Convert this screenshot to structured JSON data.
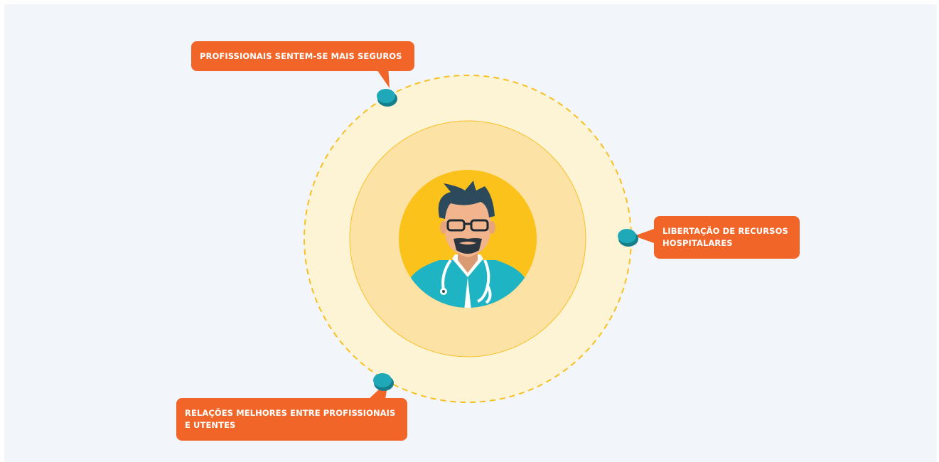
{
  "diagram": {
    "center": {
      "icon": "doctor-avatar-icon"
    },
    "benefits": [
      {
        "label": "PROFISSIONAIS SENTEM-SE MAIS SEGUROS"
      },
      {
        "label": "LIBERTAÇÃO DE RECURSOS HOSPITALARES"
      },
      {
        "label": "RELAÇÕES MELHORES ENTRE PROFISSIONAIS E UTENTES"
      }
    ],
    "colors": {
      "background": "#f2f5f9",
      "outer_ring": "#fdf4d6",
      "outer_ring_border": "#f7c025",
      "middle_ring": "#fde2a6",
      "inner_disc": "#fcc21c",
      "callout": "#f26529",
      "node": "#1fa8b8",
      "scrubs": "#1fb4c4",
      "hair": "#2c4a5c"
    }
  }
}
